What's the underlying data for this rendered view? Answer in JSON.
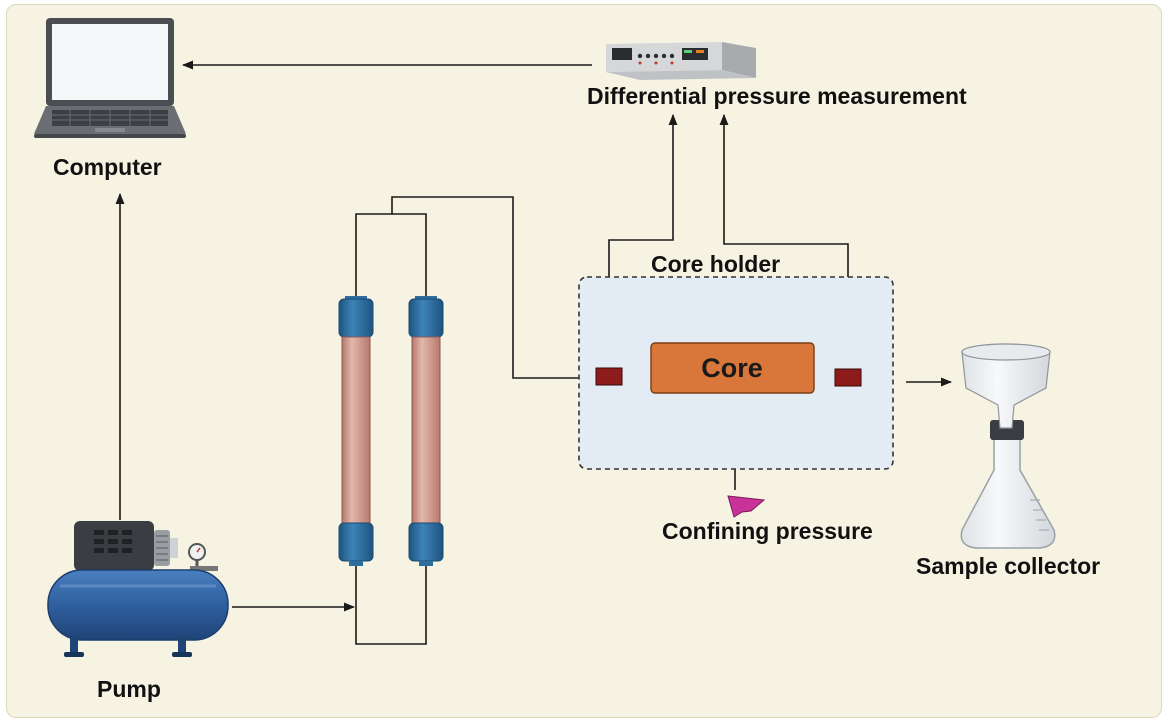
{
  "labels": {
    "computer": "Computer",
    "pump": "Pump",
    "differential_pressure": "Differential pressure measurement",
    "core_holder": "Core holder",
    "core": "Core",
    "confining_pressure": "Confining pressure",
    "sample_collector": "Sample collector"
  },
  "colors": {
    "background": "#f6f3e3",
    "core_fill": "#d9773a",
    "core_holder_fill": "#e3ecf4",
    "cylinder_cap": "#2e6e9e",
    "cylinder_body": "#d49e94",
    "port": "#8e1c1c",
    "pump_tank": "#2f5f9f",
    "confining_arrow": "#c8339a",
    "line": "#1a1a1a"
  },
  "icons": [
    "laptop-icon",
    "pressure-meter-icon",
    "pump-compressor-icon",
    "piston-cylinder-icon",
    "funnel-flask-icon",
    "confining-arrow-icon"
  ]
}
